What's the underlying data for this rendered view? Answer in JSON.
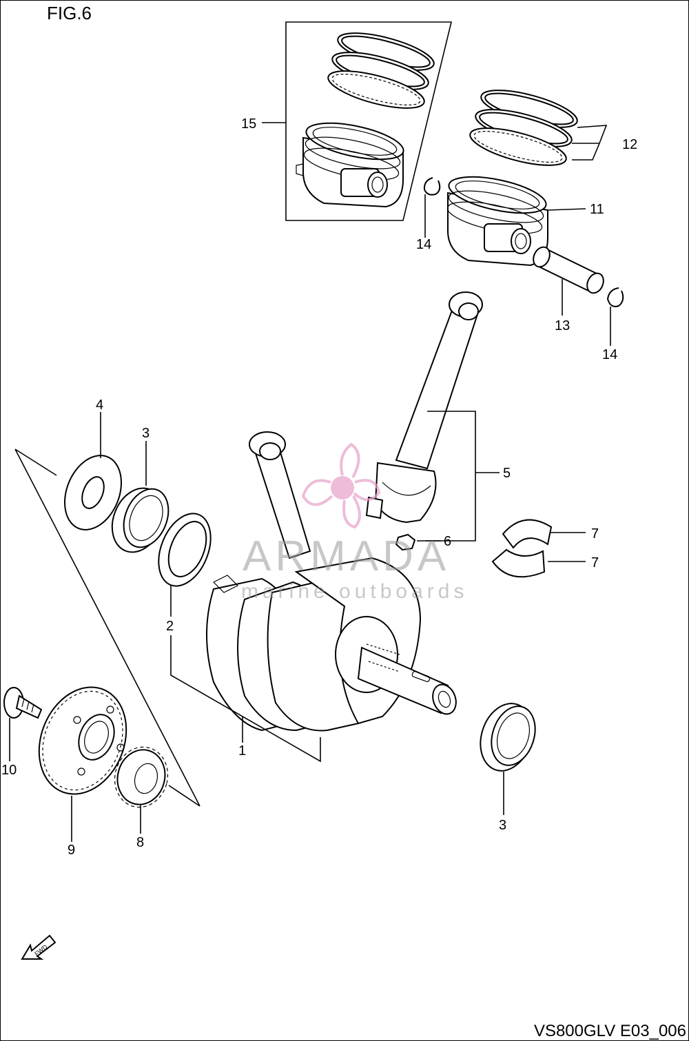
{
  "figure": {
    "title": "FIG.6",
    "code": "VS800GLV E03_006",
    "fwd_label": "FWD"
  },
  "watermark": {
    "brand": "ARMADA",
    "tagline": "marine outboards",
    "color": "#e8a0c8"
  },
  "callouts": [
    {
      "id": "c15",
      "label": "15"
    },
    {
      "id": "c12",
      "label": "12"
    },
    {
      "id": "c11",
      "label": "11"
    },
    {
      "id": "c14a",
      "label": "14"
    },
    {
      "id": "c13",
      "label": "13"
    },
    {
      "id": "c14b",
      "label": "14"
    },
    {
      "id": "c4",
      "label": "4"
    },
    {
      "id": "c3a",
      "label": "3"
    },
    {
      "id": "c5",
      "label": "5"
    },
    {
      "id": "c6",
      "label": "6"
    },
    {
      "id": "c7a",
      "label": "7"
    },
    {
      "id": "c7b",
      "label": "7"
    },
    {
      "id": "c2",
      "label": "2"
    },
    {
      "id": "c1",
      "label": "1"
    },
    {
      "id": "c10",
      "label": "10"
    },
    {
      "id": "c9",
      "label": "9"
    },
    {
      "id": "c8",
      "label": "8"
    },
    {
      "id": "c3b",
      "label": "3"
    }
  ]
}
